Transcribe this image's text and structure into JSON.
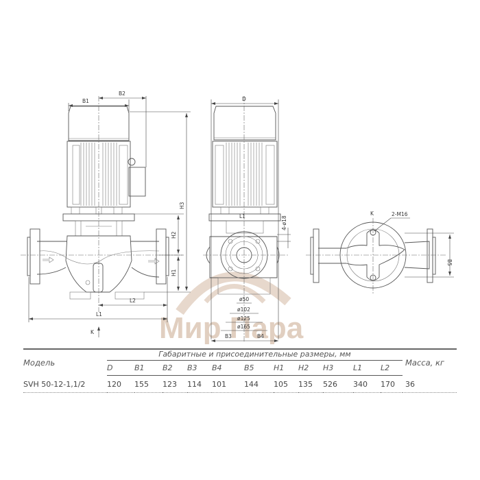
{
  "drawing": {
    "front_view": {
      "dim_labels": {
        "b1": "B1",
        "b2": "B2",
        "h1": "H1",
        "h2": "H2",
        "h3": "H3",
        "l1": "L1",
        "l2": "L2",
        "k": "K"
      }
    },
    "side_view": {
      "dim_labels": {
        "d": "D",
        "l1": "L1",
        "bolt_holes": "4-ø18",
        "b3": "B3",
        "b4": "B4"
      },
      "diameters": [
        "ø50",
        "ø102",
        "ø125",
        "ø165"
      ]
    },
    "top_view": {
      "dim_labels": {
        "k": "K",
        "thread": "2-M16",
        "b5": "B5"
      }
    },
    "watermark": "Мир Пара"
  },
  "table": {
    "model_header": "Модель",
    "group_header": "Габаритные и присоединительные размеры, мм",
    "mass_header": "Масса, кг",
    "columns": [
      "D",
      "B1",
      "B2",
      "B3",
      "B4",
      "B5",
      "H1",
      "H2",
      "H3",
      "L1",
      "L2"
    ],
    "rows": [
      {
        "model": "SVH 50-12-1,1/2",
        "values": [
          "120",
          "155",
          "123",
          "114",
          "101",
          "144",
          "105",
          "135",
          "526",
          "340",
          "170"
        ],
        "mass": "36"
      }
    ]
  },
  "colors": {
    "line": "#555555",
    "watermark": "#c9a98e",
    "text": "#444444"
  }
}
